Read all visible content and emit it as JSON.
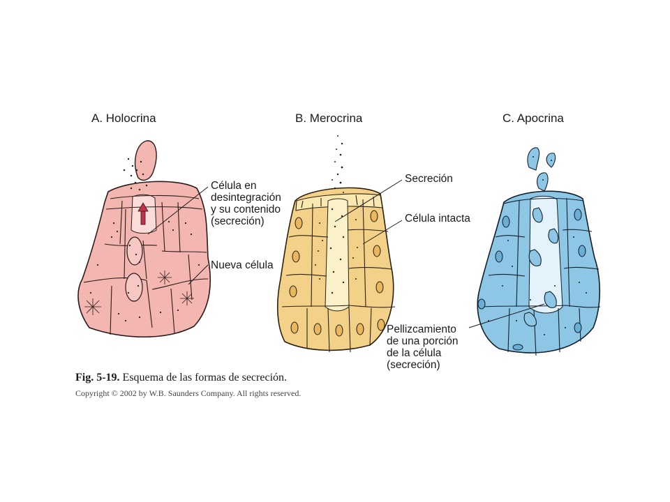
{
  "panels": [
    {
      "id": "holocrina",
      "title": "A. Holocrina",
      "fill": "#f4b6b0",
      "light": "#fbdcd8",
      "stroke": "#2a1a1a"
    },
    {
      "id": "merocrina",
      "title": "B. Merocrina",
      "fill": "#f3d189",
      "light": "#fbf1c8",
      "stroke": "#2a2010"
    },
    {
      "id": "apocrina",
      "title": "C. Apocrina",
      "fill": "#8ec6e6",
      "light": "#e3f2fb",
      "stroke": "#10202a"
    }
  ],
  "callouts": {
    "celula_desintegracion": [
      "Célula en",
      "desintegración",
      "y su contenido",
      "(secreción)"
    ],
    "nueva_celula": [
      "Nueva célula"
    ],
    "secrecion": [
      "Secreción"
    ],
    "celula_intacta": [
      "Célula intacta"
    ],
    "pellizcamiento": [
      "Pellizcamiento",
      "de una porción",
      "de la célula",
      "(secreción)"
    ]
  },
  "caption": {
    "figure_number": "Fig. 5-19.",
    "text": "Esquema de las formas de secreción."
  },
  "copyright": "Copyright © 2002 by W.B. Saunders Company. All rights reserved."
}
